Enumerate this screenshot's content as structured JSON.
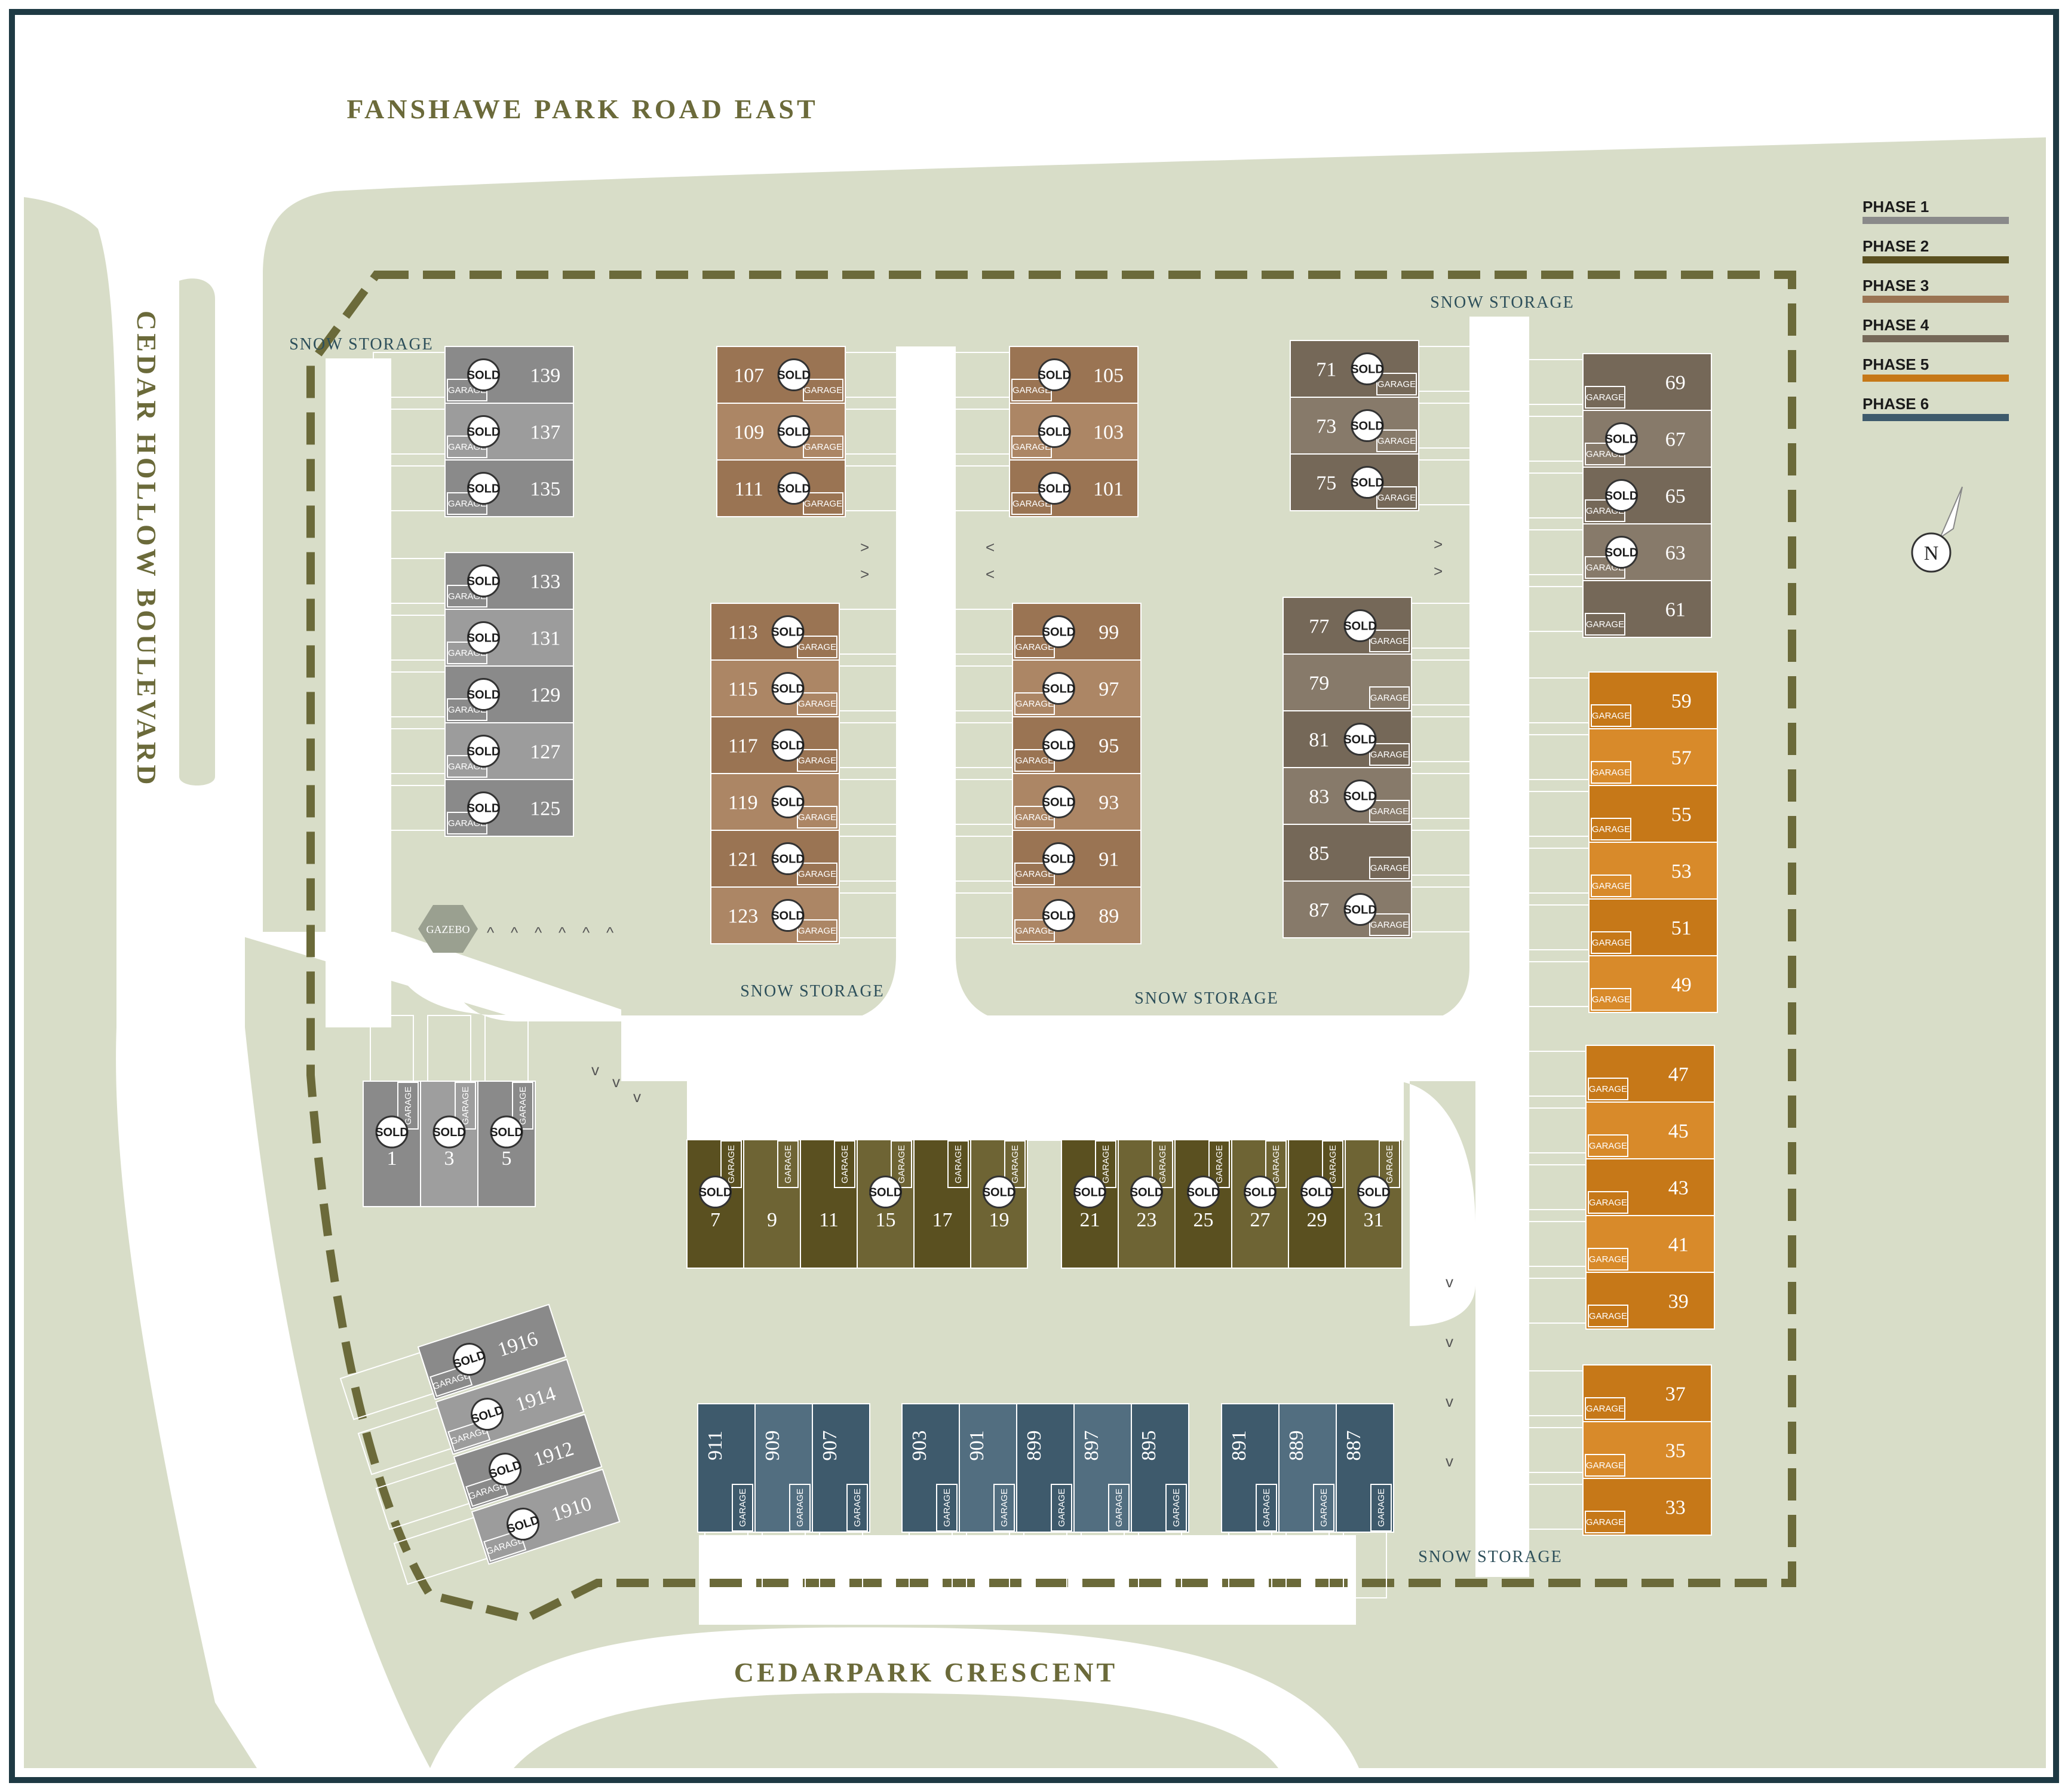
{
  "roads": {
    "north": "FANSHAWE PARK ROAD EAST",
    "west": "CEDAR HOLLOW BOULEVARD",
    "south": "CEDARPARK CRESCENT"
  },
  "labels": {
    "snow_storage": "SNOW STORAGE",
    "garage": "GARAGE",
    "sold": "SOLD",
    "gazebo": "GAZEBO",
    "north": "N"
  },
  "legend": [
    {
      "label": "PHASE 1",
      "color": "#8a8a8a"
    },
    {
      "label": "PHASE 2",
      "color": "#5a5020"
    },
    {
      "label": "PHASE 3",
      "color": "#9a7453"
    },
    {
      "label": "PHASE 4",
      "color": "#756858"
    },
    {
      "label": "PHASE 5",
      "color": "#c67818"
    },
    {
      "label": "PHASE 6",
      "color": "#3e5a6c"
    }
  ],
  "colors": {
    "background": "#ffffff",
    "land": "#d8ddc8",
    "road": "#ffffff",
    "boundary": "#6b6a3a",
    "frame": "#1e3a44"
  },
  "units": [
    {
      "num": "139",
      "phase": 1,
      "sold": true
    },
    {
      "num": "137",
      "phase": 1,
      "sold": true
    },
    {
      "num": "135",
      "phase": 1,
      "sold": true
    },
    {
      "num": "133",
      "phase": 1,
      "sold": true
    },
    {
      "num": "131",
      "phase": 1,
      "sold": true
    },
    {
      "num": "129",
      "phase": 1,
      "sold": true
    },
    {
      "num": "127",
      "phase": 1,
      "sold": true
    },
    {
      "num": "125",
      "phase": 1,
      "sold": true
    },
    {
      "num": "1",
      "phase": 1,
      "sold": true
    },
    {
      "num": "3",
      "phase": 1,
      "sold": true
    },
    {
      "num": "5",
      "phase": 1,
      "sold": true
    },
    {
      "num": "1916",
      "phase": 1,
      "sold": true
    },
    {
      "num": "1914",
      "phase": 1,
      "sold": true
    },
    {
      "num": "1912",
      "phase": 1,
      "sold": true
    },
    {
      "num": "1910",
      "phase": 1,
      "sold": true
    },
    {
      "num": "107",
      "phase": 3,
      "sold": true
    },
    {
      "num": "109",
      "phase": 3,
      "sold": true
    },
    {
      "num": "111",
      "phase": 3,
      "sold": true
    },
    {
      "num": "105",
      "phase": 3,
      "sold": true
    },
    {
      "num": "103",
      "phase": 3,
      "sold": true
    },
    {
      "num": "101",
      "phase": 3,
      "sold": true
    },
    {
      "num": "113",
      "phase": 3,
      "sold": true
    },
    {
      "num": "115",
      "phase": 3,
      "sold": true
    },
    {
      "num": "117",
      "phase": 3,
      "sold": true
    },
    {
      "num": "119",
      "phase": 3,
      "sold": true
    },
    {
      "num": "121",
      "phase": 3,
      "sold": true
    },
    {
      "num": "123",
      "phase": 3,
      "sold": true
    },
    {
      "num": "99",
      "phase": 3,
      "sold": true
    },
    {
      "num": "97",
      "phase": 3,
      "sold": true
    },
    {
      "num": "95",
      "phase": 3,
      "sold": true
    },
    {
      "num": "93",
      "phase": 3,
      "sold": true
    },
    {
      "num": "91",
      "phase": 3,
      "sold": true
    },
    {
      "num": "89",
      "phase": 3,
      "sold": true
    },
    {
      "num": "71",
      "phase": 4,
      "sold": true
    },
    {
      "num": "73",
      "phase": 4,
      "sold": true
    },
    {
      "num": "75",
      "phase": 4,
      "sold": true
    },
    {
      "num": "77",
      "phase": 4,
      "sold": true
    },
    {
      "num": "79",
      "phase": 4,
      "sold": false
    },
    {
      "num": "81",
      "phase": 4,
      "sold": true
    },
    {
      "num": "83",
      "phase": 4,
      "sold": true
    },
    {
      "num": "85",
      "phase": 4,
      "sold": false
    },
    {
      "num": "87",
      "phase": 4,
      "sold": true
    },
    {
      "num": "69",
      "phase": 4,
      "sold": false
    },
    {
      "num": "67",
      "phase": 4,
      "sold": true
    },
    {
      "num": "65",
      "phase": 4,
      "sold": true
    },
    {
      "num": "63",
      "phase": 4,
      "sold": true
    },
    {
      "num": "61",
      "phase": 4,
      "sold": false
    },
    {
      "num": "59",
      "phase": 5,
      "sold": false
    },
    {
      "num": "57",
      "phase": 5,
      "sold": false
    },
    {
      "num": "55",
      "phase": 5,
      "sold": false
    },
    {
      "num": "53",
      "phase": 5,
      "sold": false
    },
    {
      "num": "51",
      "phase": 5,
      "sold": false
    },
    {
      "num": "49",
      "phase": 5,
      "sold": false
    },
    {
      "num": "47",
      "phase": 5,
      "sold": false
    },
    {
      "num": "45",
      "phase": 5,
      "sold": false
    },
    {
      "num": "43",
      "phase": 5,
      "sold": false
    },
    {
      "num": "41",
      "phase": 5,
      "sold": false
    },
    {
      "num": "39",
      "phase": 5,
      "sold": false
    },
    {
      "num": "37",
      "phase": 5,
      "sold": false
    },
    {
      "num": "35",
      "phase": 5,
      "sold": false
    },
    {
      "num": "33",
      "phase": 5,
      "sold": false
    },
    {
      "num": "7",
      "phase": 2,
      "sold": true
    },
    {
      "num": "9",
      "phase": 2,
      "sold": false
    },
    {
      "num": "11",
      "phase": 2,
      "sold": false
    },
    {
      "num": "15",
      "phase": 2,
      "sold": true
    },
    {
      "num": "17",
      "phase": 2,
      "sold": false
    },
    {
      "num": "19",
      "phase": 2,
      "sold": true
    },
    {
      "num": "21",
      "phase": 2,
      "sold": true
    },
    {
      "num": "23",
      "phase": 2,
      "sold": true
    },
    {
      "num": "25",
      "phase": 2,
      "sold": true
    },
    {
      "num": "27",
      "phase": 2,
      "sold": true
    },
    {
      "num": "29",
      "phase": 2,
      "sold": true
    },
    {
      "num": "31",
      "phase": 2,
      "sold": true
    },
    {
      "num": "911",
      "phase": 6,
      "sold": false
    },
    {
      "num": "909",
      "phase": 6,
      "sold": false
    },
    {
      "num": "907",
      "phase": 6,
      "sold": false
    },
    {
      "num": "903",
      "phase": 6,
      "sold": false
    },
    {
      "num": "901",
      "phase": 6,
      "sold": false
    },
    {
      "num": "899",
      "phase": 6,
      "sold": false
    },
    {
      "num": "897",
      "phase": 6,
      "sold": false
    },
    {
      "num": "895",
      "phase": 6,
      "sold": false
    },
    {
      "num": "891",
      "phase": 6,
      "sold": false
    },
    {
      "num": "889",
      "phase": 6,
      "sold": false
    },
    {
      "num": "887",
      "phase": 6,
      "sold": false
    }
  ]
}
